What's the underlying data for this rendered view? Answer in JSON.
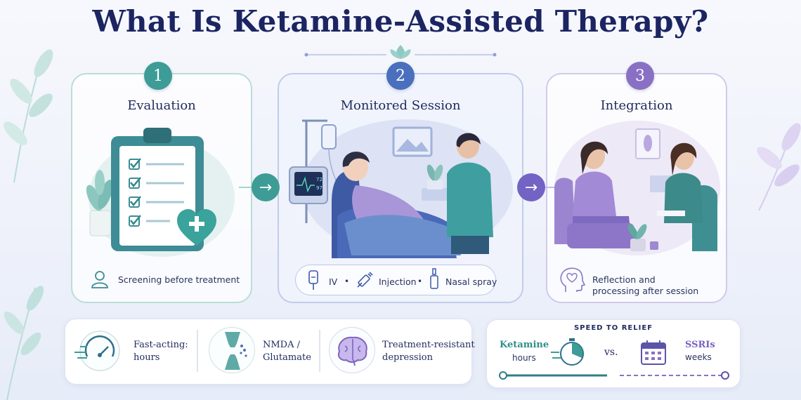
{
  "title": "What Is Ketamine-Assisted Therapy?",
  "steps": [
    {
      "number": "1",
      "title": "Evaluation",
      "caption": "Screening before treatment"
    },
    {
      "number": "2",
      "title": "Monitored Session",
      "routes": [
        "IV",
        "Injection",
        "Nasal spray"
      ],
      "separator": "•",
      "monitor_readout": [
        "72",
        "97"
      ]
    },
    {
      "number": "3",
      "title": "Integration",
      "caption_lines": [
        "Reflection and",
        "processing after session"
      ]
    }
  ],
  "arrow_glyph": "→",
  "features": [
    {
      "lines": [
        "Fast-acting:",
        "hours"
      ]
    },
    {
      "lines": [
        "NMDA /",
        "Glutamate"
      ]
    },
    {
      "lines": [
        "Treatment-resistant",
        "depression"
      ]
    }
  ],
  "speed": {
    "title": "SPEED TO RELIEF",
    "ketamine": {
      "label": "Ketamine",
      "sub": "hours"
    },
    "vs": "vs.",
    "ssri": {
      "label": "SSRIs",
      "sub": "weeks"
    }
  },
  "colors": {
    "teal": "#3d9c96",
    "blue": "#4a6fbd",
    "purple": "#8a70c4",
    "navy": "#1c2562"
  },
  "icons": [
    "lotus-icon",
    "clipboard-icon",
    "heart-plus-icon",
    "person-icon",
    "iv-bag-icon",
    "syringe-icon",
    "nasal-spray-icon",
    "head-heart-icon",
    "speedometer-icon",
    "synapse-icon",
    "brain-icon",
    "stopwatch-icon",
    "calendar-icon"
  ]
}
